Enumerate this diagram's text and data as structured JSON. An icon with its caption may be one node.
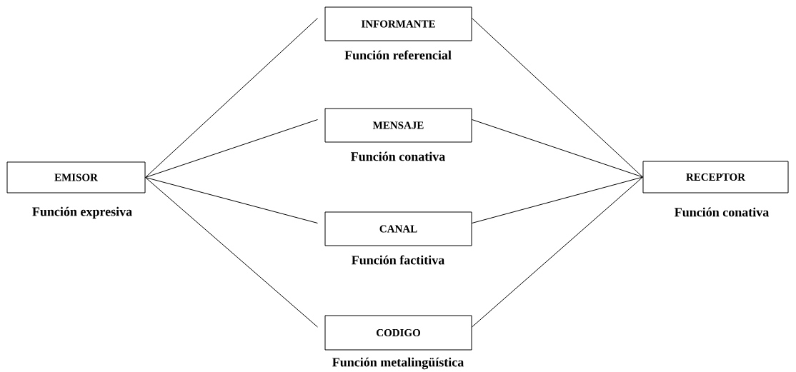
{
  "diagram": {
    "nodes": [
      {
        "text": [
          "EMISOR"
        ],
        "beside": [
          "Función expresiva"
        ]
      },
      {
        "text": [
          "INFORMANTE"
        ],
        "beside": [
          "Función referencial"
        ]
      },
      {
        "text": [
          "MENSAJE"
        ],
        "beside": [
          "Función conativa"
        ]
      },
      {
        "text": [
          "CANAL"
        ],
        "beside": [
          "Función factitiva"
        ]
      },
      {
        "text": [
          "CODIGO"
        ],
        "beside": [
          "Función metalingüística"
        ]
      },
      {
        "text": [
          "RECEPTOR"
        ],
        "beside": [
          "Función conativa"
        ]
      }
    ],
    "edges": [
      {
        "from": 0,
        "to": 1,
        "arrow": "none"
      },
      {
        "from": 0,
        "to": 2,
        "arrow": "none"
      },
      {
        "from": 0,
        "to": 3,
        "arrow": "none"
      },
      {
        "from": 0,
        "to": 4,
        "arrow": "none"
      },
      {
        "from": 1,
        "to": 5,
        "arrow": "none"
      },
      {
        "from": 2,
        "to": 5,
        "arrow": "none"
      },
      {
        "from": 3,
        "to": 5,
        "arrow": "none"
      },
      {
        "from": 4,
        "to": 5,
        "arrow": "none"
      }
    ]
  }
}
